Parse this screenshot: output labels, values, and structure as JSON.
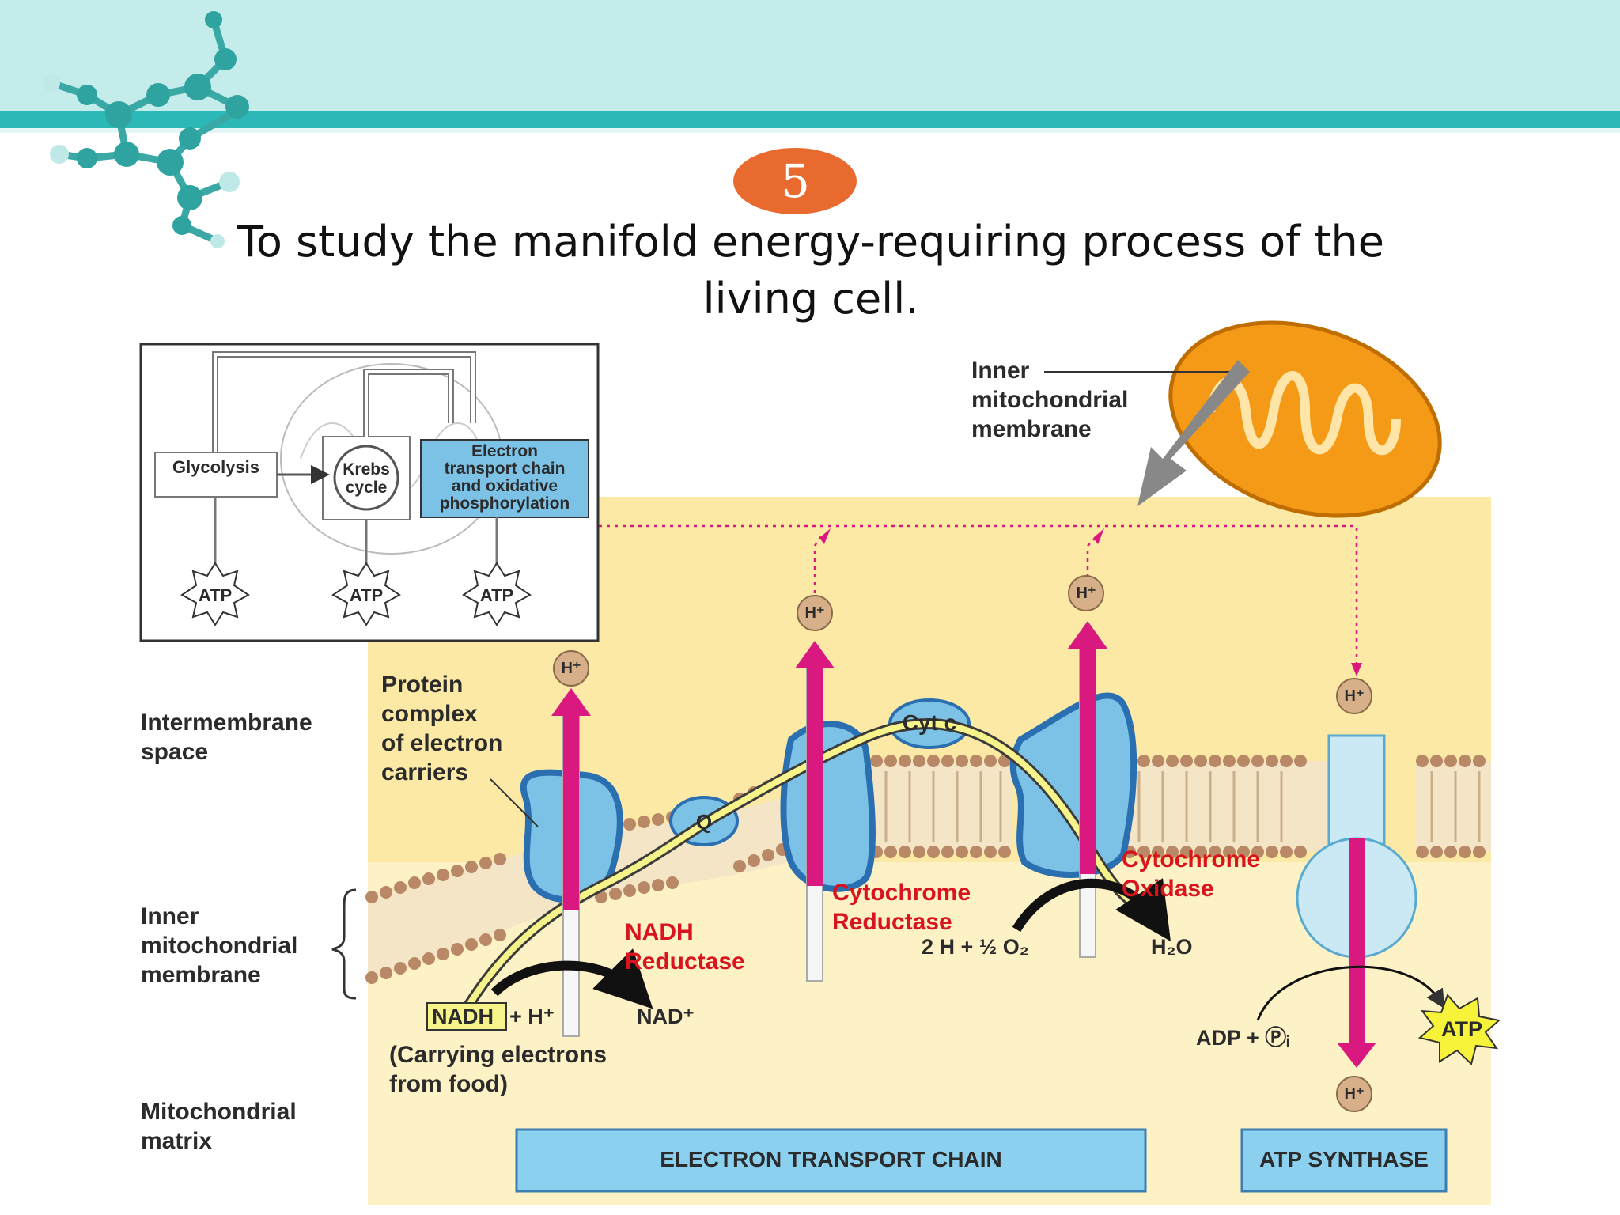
{
  "slide": {
    "number": "5",
    "title_line1": "To study the manifold energy-requiring process of the",
    "title_line2": "living cell."
  },
  "inset": {
    "glycolysis": "Glycolysis",
    "krebs": [
      "Krebs",
      "cycle"
    ],
    "etc_box": [
      "Electron",
      "transport chain",
      "and oxidative",
      "phosphorylation"
    ],
    "atp_labels": [
      "ATP",
      "ATP",
      "ATP"
    ]
  },
  "mito_label": [
    "Inner",
    "mitochondrial",
    "membrane"
  ],
  "regions": {
    "intermembrane": [
      "Intermembrane",
      "space"
    ],
    "inner_membrane": [
      "Inner",
      "mitochondrial",
      "membrane"
    ],
    "matrix": [
      "Mitochondrial",
      "matrix"
    ]
  },
  "labels": {
    "protein_complex": [
      "Protein",
      "complex",
      "of electron",
      "carriers"
    ],
    "q": "Q",
    "cyt_c": "Cyt c",
    "nadh_reductase": [
      "NADH",
      "Reductase"
    ],
    "cyt_reductase": [
      "Cytochrome",
      "Reductase"
    ],
    "cyt_oxidase": [
      "Cytochrome",
      "Oxidase"
    ],
    "nadh": "NADH",
    "plus_h": "+ H⁺",
    "nad": "NAD⁺",
    "carrying": [
      "(Carrying electrons",
      "from food)"
    ],
    "oxygen_reaction": "2 H + ½ O₂",
    "water": "H₂O",
    "adp": "ADP + Ⓟᵢ",
    "atp": "ATP",
    "h_ion": "H⁺"
  },
  "bottom": {
    "etc": "ELECTRON TRANSPORT CHAIN",
    "atp_synthase": "ATP SYNTHASE"
  },
  "colors": {
    "banner": "#c4eceb",
    "teal_stripe": "#2bb8b6",
    "badge": "#e96a2f",
    "panel": "#fbe9a5",
    "protein": "#7cc1e6",
    "arrow_pink": "#d9197f",
    "label_red": "#d8141e",
    "mito_orange": "#f59a16",
    "bottom_box": "#8bd0ee"
  }
}
